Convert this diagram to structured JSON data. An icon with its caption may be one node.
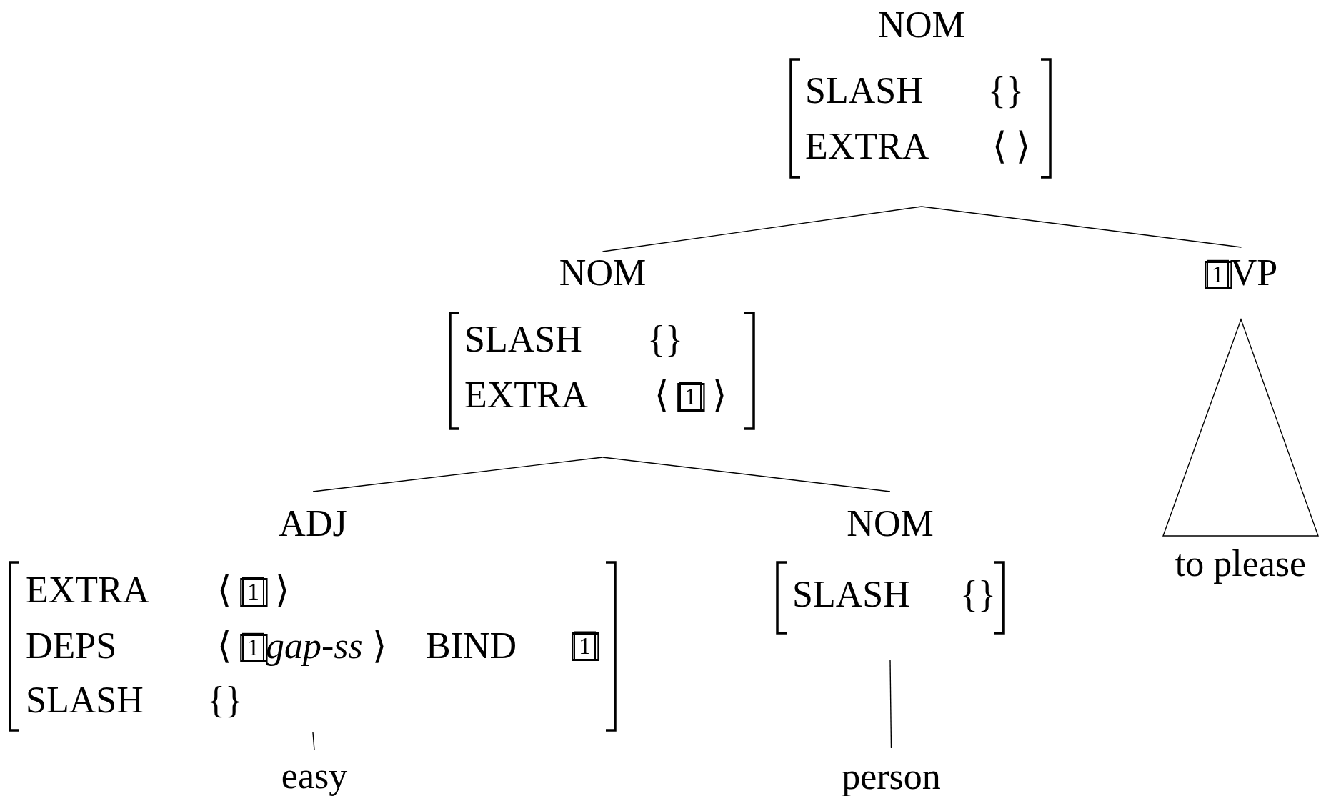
{
  "diagram": {
    "nodes": [
      {
        "text": [
          "NOM",
          "SLASH",
          "{}",
          "EXTRA",
          "⟨ ⟩"
        ]
      },
      {
        "text": [
          "NOM",
          "SLASH",
          "{}",
          "EXTRA",
          "⟨ 1⃞ ⟩"
        ]
      },
      {
        "text": [
          "1⃞VP"
        ]
      },
      {
        "text": [
          "ADJ",
          "EXTRA",
          "⟨ 1⃞ ⟩",
          "DEPS",
          "⟨ 1⃞*gap-ss* ⟩",
          "BIND",
          "1⃞",
          "SLASH",
          "{}"
        ]
      },
      {
        "text": [
          "NOM",
          "SLASH",
          "{}"
        ]
      },
      {
        "text": [],
        "shape": "triangle"
      },
      {
        "text": [
          "to please"
        ]
      },
      {
        "text": [
          "easy"
        ]
      },
      {
        "text": [
          "person"
        ]
      }
    ],
    "edges": [
      {
        "from": 0,
        "to": 1,
        "arrow": "none"
      },
      {
        "from": 0,
        "to": 2,
        "arrow": "none"
      },
      {
        "from": 1,
        "to": 3,
        "arrow": "none"
      },
      {
        "from": 1,
        "to": 4,
        "arrow": "none"
      },
      {
        "from": 3,
        "to": 7,
        "arrow": "none"
      },
      {
        "from": 4,
        "to": 8,
        "arrow": "none"
      }
    ]
  }
}
